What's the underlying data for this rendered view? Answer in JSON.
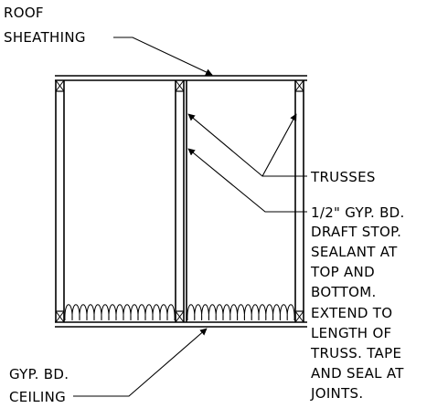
{
  "labels": {
    "roof_sheathing": [
      "ROOF",
      "SHEATHING"
    ],
    "trusses": "TRUSSES",
    "draft_stop": [
      "1/2\" GYP. BD.",
      "DRAFT STOP.",
      "SEALANT AT",
      "TOP AND",
      "BOTTOM.",
      "EXTEND TO",
      "LENGTH OF",
      "TRUSS. TAPE",
      "AND SEAL AT",
      "JOINTS."
    ],
    "gyp_ceiling": [
      "GYP. BD.",
      "CEILING"
    ]
  }
}
